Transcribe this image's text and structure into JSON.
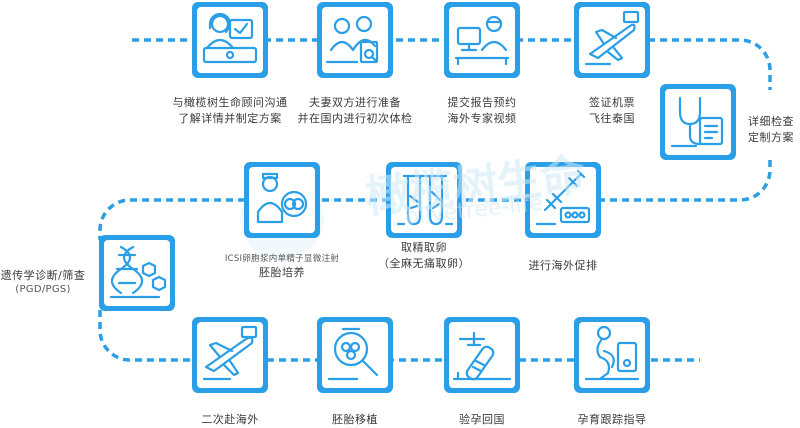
{
  "diagram": {
    "accent": "#2a9ee6",
    "steps": [
      {
        "lines": [
          "与橄榄树生命顾问沟通",
          "了解详情并制定方案"
        ],
        "icon": "consultant-headset-icon"
      },
      {
        "lines": [
          "夫妻双方进行准备",
          "并在国内进行初次体检"
        ],
        "icon": "couple-checkup-icon"
      },
      {
        "lines": [
          "提交报告预约",
          "海外专家视频"
        ],
        "icon": "video-doctor-icon"
      },
      {
        "lines": [
          "签证机票",
          "飞往泰国"
        ],
        "icon": "plane-departure-icon"
      },
      {
        "lines": [
          "详细检查",
          "定制方案"
        ],
        "icon": "stethoscope-report-icon"
      },
      {
        "lines": [
          "进行海外促排"
        ],
        "icon": "syringe-icon"
      },
      {
        "lines": [
          "取精取卵",
          "（全麻无痛取卵）"
        ],
        "icon": "test-tubes-icon"
      },
      {
        "lines": [
          "ICSI卵胞浆内单精子显微注射",
          "胚胎培养"
        ],
        "icon": "doctor-embryo-icon"
      },
      {
        "lines": [
          "遗传学诊断/筛查",
          "(PGD/PGS)"
        ],
        "icon": "dna-molecule-icon"
      },
      {
        "lines": [
          "二次赴海外"
        ],
        "icon": "plane-icon"
      },
      {
        "lines": [
          "胚胎移植"
        ],
        "icon": "magnifier-embryo-icon"
      },
      {
        "lines": [
          "验孕回国"
        ],
        "icon": "pregnancy-test-icon"
      },
      {
        "lines": [
          "孕育跟踪指导"
        ],
        "icon": "pregnant-woman-icon"
      }
    ],
    "watermark": {
      "brand": "橄榄树生命",
      "url": "olivetree-life"
    }
  }
}
